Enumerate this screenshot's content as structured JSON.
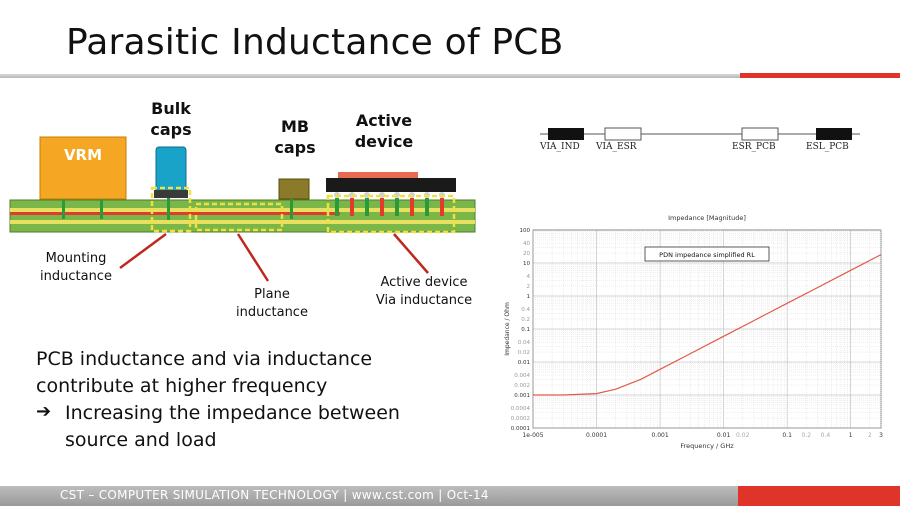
{
  "slide": {
    "title": "Parasitic Inductance of PCB",
    "footer": "CST – COMPUTER SIMULATION TECHNOLOGY | www.cst.com  |  Oct-14"
  },
  "diagram": {
    "vrm": "VRM",
    "bulk_caps": [
      "Bulk",
      "caps"
    ],
    "mb_caps": [
      "MB",
      "caps"
    ],
    "active_device": [
      "Active",
      "device"
    ],
    "mounting_inductance": [
      "Mounting",
      "inductance"
    ],
    "plane_inductance": [
      "Plane",
      "inductance"
    ],
    "via_inductance": [
      "Active device",
      "Via inductance"
    ]
  },
  "body": {
    "line1": "PCB inductance and via inductance",
    "line2": "contribute at higher frequency",
    "line3": "Increasing the impedance between",
    "line4": "source and load"
  },
  "schematic": {
    "labels": [
      "VIA_IND",
      "VIA_ESR",
      "ESR_PCB",
      "ESL_PCB"
    ]
  },
  "colors": {
    "accent_red": "#e0342a",
    "vrm": "#f5a623",
    "board_green": "#7ab648",
    "trace_red": "#e23b2e",
    "highlight_yellow": "#f0e040",
    "cap_cyan": "#1aa3c8",
    "curve": "#e05a4a"
  },
  "chart_data": {
    "type": "line",
    "title": "Impedance [Magnitude]",
    "xlabel": "Frequency / GHz",
    "ylabel": "Impedance / Ohm",
    "x_scale": "log",
    "y_scale": "log",
    "xlim": [
      1e-05,
      3
    ],
    "ylim": [
      0.0001,
      100
    ],
    "grid": true,
    "x_ticks": [
      "1e-005",
      "0.0001",
      "0.001",
      "0.01",
      "0.02",
      "0.1",
      "0.2",
      "0.4",
      "1",
      "2",
      "3"
    ],
    "y_ticks": [
      "100",
      "40",
      "20",
      "10",
      "4",
      "2",
      "1",
      "0.4",
      "0.2",
      "0.1",
      "0.04",
      "0.02",
      "0.01",
      "0.004",
      "0.002",
      "0.001",
      "0.0004",
      "0.0002",
      "0.0001"
    ],
    "legend": "PDN impedance simplified RL",
    "legend_position": "top-center",
    "series": [
      {
        "name": "PDN impedance simplified RL",
        "x": [
          1e-05,
          3e-05,
          0.0001,
          0.0002,
          0.0005,
          0.001,
          0.003,
          0.01,
          0.03,
          0.1,
          0.3,
          1,
          3
        ],
        "y": [
          0.001,
          0.001,
          0.0011,
          0.0015,
          0.003,
          0.006,
          0.018,
          0.06,
          0.18,
          0.6,
          1.8,
          6,
          18
        ]
      }
    ]
  }
}
